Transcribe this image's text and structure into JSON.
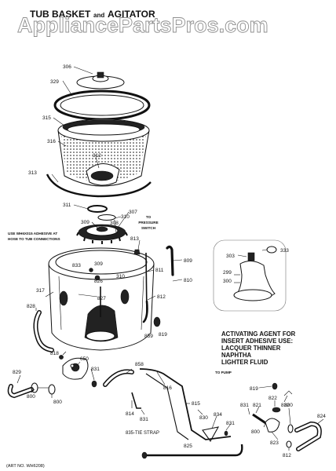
{
  "title": {
    "part1": "TUB BASKET",
    "part2": "and",
    "part3": "AGITATOR"
  },
  "watermark": "AppliancePartsPros.com",
  "notes": {
    "adhesive_line1": "USE WH6X015 ADHESIVE AT",
    "adhesive_line2": "HOSE TO TUB CONNECTIONS",
    "pressure_line1": "TO",
    "pressure_line2": "PRESSURE",
    "pressure_line3": "SWITCH",
    "to_pump": "TO PUMP",
    "tie_strap": "835-TIE STRAP",
    "art_no": "(ART NO. WH6208)"
  },
  "activating": {
    "line1": "ACTIVATING AGENT FOR",
    "line2": "INSERT ADHESIVE USE:",
    "line3": "LACQUER THINNER",
    "line4": "NAPHTHA",
    "line5": "LIGHTER FLUID"
  },
  "labels": {
    "l306": "306",
    "l329": "329",
    "l315": "315",
    "l316": "316",
    "l312": "312",
    "l313": "313",
    "l311": "311",
    "l310": "310",
    "l307": "307",
    "l309a": "309",
    "l308": "308",
    "l813": "813",
    "l309b": "309",
    "l833": "833",
    "l310b": "310",
    "l826": "826",
    "l317": "317",
    "l827": "827",
    "l811": "811",
    "l809": "809",
    "l810": "810",
    "l812": "812",
    "l859": "859",
    "l819a": "819",
    "l828": "828",
    "l818": "818",
    "l650": "650",
    "l829": "829",
    "l800a": "800",
    "l800b": "800",
    "l831a": "831",
    "l858": "858",
    "l816": "816",
    "l814": "814",
    "l831b": "831",
    "l815": "815",
    "l830": "830",
    "l834": "834",
    "l831c": "831",
    "l825": "825",
    "l303": "303",
    "l333": "333",
    "l299": "299",
    "l300": "300",
    "l819b": "819",
    "l832": "832",
    "l821": "821",
    "l822": "822",
    "l800c": "800",
    "l800d": "800",
    "l823": "823",
    "l812b": "812",
    "l824": "824",
    "l831d": "831"
  }
}
